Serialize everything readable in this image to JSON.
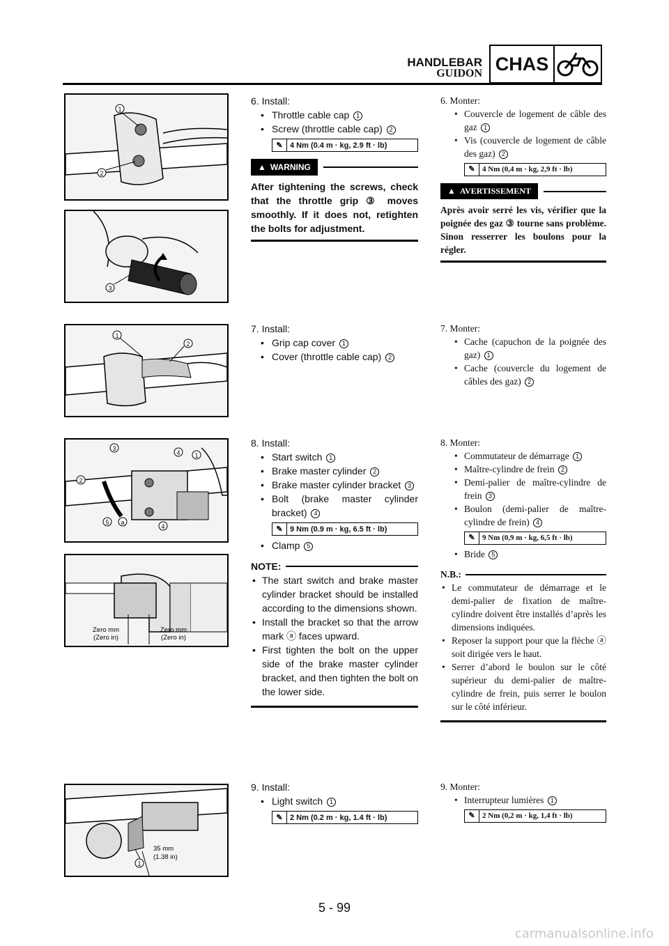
{
  "header": {
    "title_en": "HANDLEBAR",
    "title_fr": "GUIDON",
    "section": "CHAS"
  },
  "figures": {
    "fig1_callouts": [
      "1",
      "2"
    ],
    "fig2_callouts": [
      "3"
    ],
    "fig3_callouts": [
      "1",
      "2"
    ],
    "fig4_callouts": [
      "3",
      "4",
      "1",
      "2",
      "5",
      "a",
      "4"
    ],
    "fig5_dims": [
      "Zero mm",
      "(Zero in)",
      "Zero mm",
      "(Zero in)"
    ],
    "fig6_dims": [
      "35 mm",
      "(1.38 in)"
    ],
    "fig6_callouts": [
      "1"
    ]
  },
  "en": {
    "s6_title": "6.  Install:",
    "s6_i1": "Throttle cable cap",
    "s6_i2": "Screw (throttle cable cap)",
    "s6_torque": "4 Nm (0.4 m · kg, 2.9 ft · lb)",
    "warning_label": "WARNING",
    "warning_text": "After tightening the screws, check that the throttle grip ③ moves smoothly. If it does not, retighten the bolts for adjustment.",
    "s7_title": "7.  Install:",
    "s7_i1": "Grip cap cover",
    "s7_i2": "Cover (throttle cable cap)",
    "s8_title": "8.  Install:",
    "s8_i1": "Start switch",
    "s8_i2": "Brake master cylinder",
    "s8_i3": "Brake master cylinder bracket",
    "s8_i4": "Bolt (brake master cylinder bracket)",
    "s8_torque": "9 Nm (0.9 m · kg, 6.5 ft · lb)",
    "s8_i5": "Clamp",
    "note_label": "NOTE:",
    "note1": "The start switch and brake master cylinder bracket should be installed according to the dimensions shown.",
    "note2": "Install the bracket so that the arrow mark ⓐ faces upward.",
    "note3": "First tighten the bolt on the upper side of the brake master cylinder bracket, and then tighten the bolt on the lower side.",
    "s9_title": "9.  Install:",
    "s9_i1": "Light switch",
    "s9_torque": "2 Nm (0.2 m · kg, 1.4 ft · lb)"
  },
  "fr": {
    "s6_title": "6.  Monter:",
    "s6_i1": "Couvercle de logement de câble des gaz",
    "s6_i2": "Vis (couvercle de logement de câble des gaz)",
    "s6_torque": "4 Nm (0,4 m · kg, 2,9 ft · lb)",
    "warning_label": "AVERTISSEMENT",
    "warning_text": "Après avoir serré les vis, vérifier que la poignée des gaz ③ tourne sans problème. Sinon resserrer les boulons pour la régler.",
    "s7_title": "7.  Monter:",
    "s7_i1": "Cache (capuchon de la poignée des gaz)",
    "s7_i2": "Cache (couvercle du logement de câbles des gaz)",
    "s8_title": "8.  Monter:",
    "s8_i1": "Commutateur de démarrage",
    "s8_i2": "Maître-cylindre de frein",
    "s8_i3": "Demi-palier de maître-cylindre de frein",
    "s8_i4": "Boulon (demi-palier de maître-cylindre de frein)",
    "s8_torque": "9 Nm (0,9 m · kg, 6,5 ft · lb)",
    "s8_i5": "Bride",
    "note_label": "N.B.:",
    "note1": "Le commutateur de démarrage et le demi-palier de fixation de maître-cylindre doivent être installés d’après les dimensions indiquées.",
    "note2": "Reposer la support pour que la flèche ⓐ soit dirigée vers le haut.",
    "note3": "Serrer d’abord le boulon sur le côté supérieur du demi-palier de maître-cylindre de frein, puis serrer le boulon sur le côté inférieur.",
    "s9_title": "9.  Monter:",
    "s9_i1": "Interrupteur lumières",
    "s9_torque": "2 Nm (0,2 m · kg, 1,4 ft · lb)"
  },
  "page_number": "5 - 99",
  "footer": "carmanualsonline.info"
}
